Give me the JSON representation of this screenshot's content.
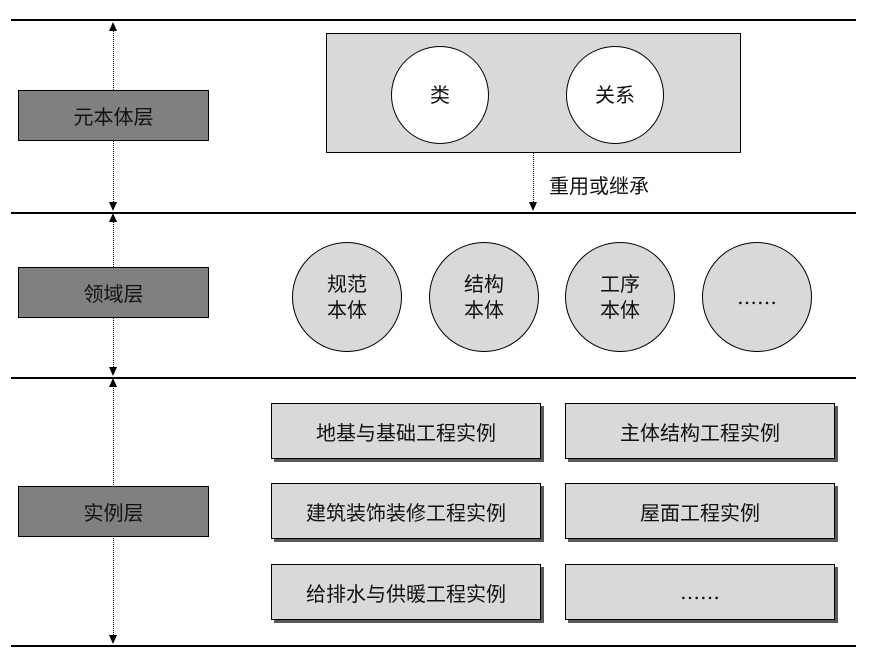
{
  "layers": {
    "meta": "元本体层",
    "domain": "领域层",
    "instance": "实例层"
  },
  "meta_box": {
    "class": "类",
    "relation": "关系"
  },
  "reuse_label": "重用或继承",
  "domain_ontologies": [
    {
      "line1": "规范",
      "line2": "本体"
    },
    {
      "line1": "结构",
      "line2": "本体"
    },
    {
      "line1": "工序",
      "line2": "本体"
    },
    {
      "line1": "……",
      "line2": ""
    }
  ],
  "instances": [
    "地基与基础工程实例",
    "主体结构工程实例",
    "建筑装饰装修工程实例",
    "屋面工程实例",
    "给排水与供暖工程实例",
    "……"
  ]
}
